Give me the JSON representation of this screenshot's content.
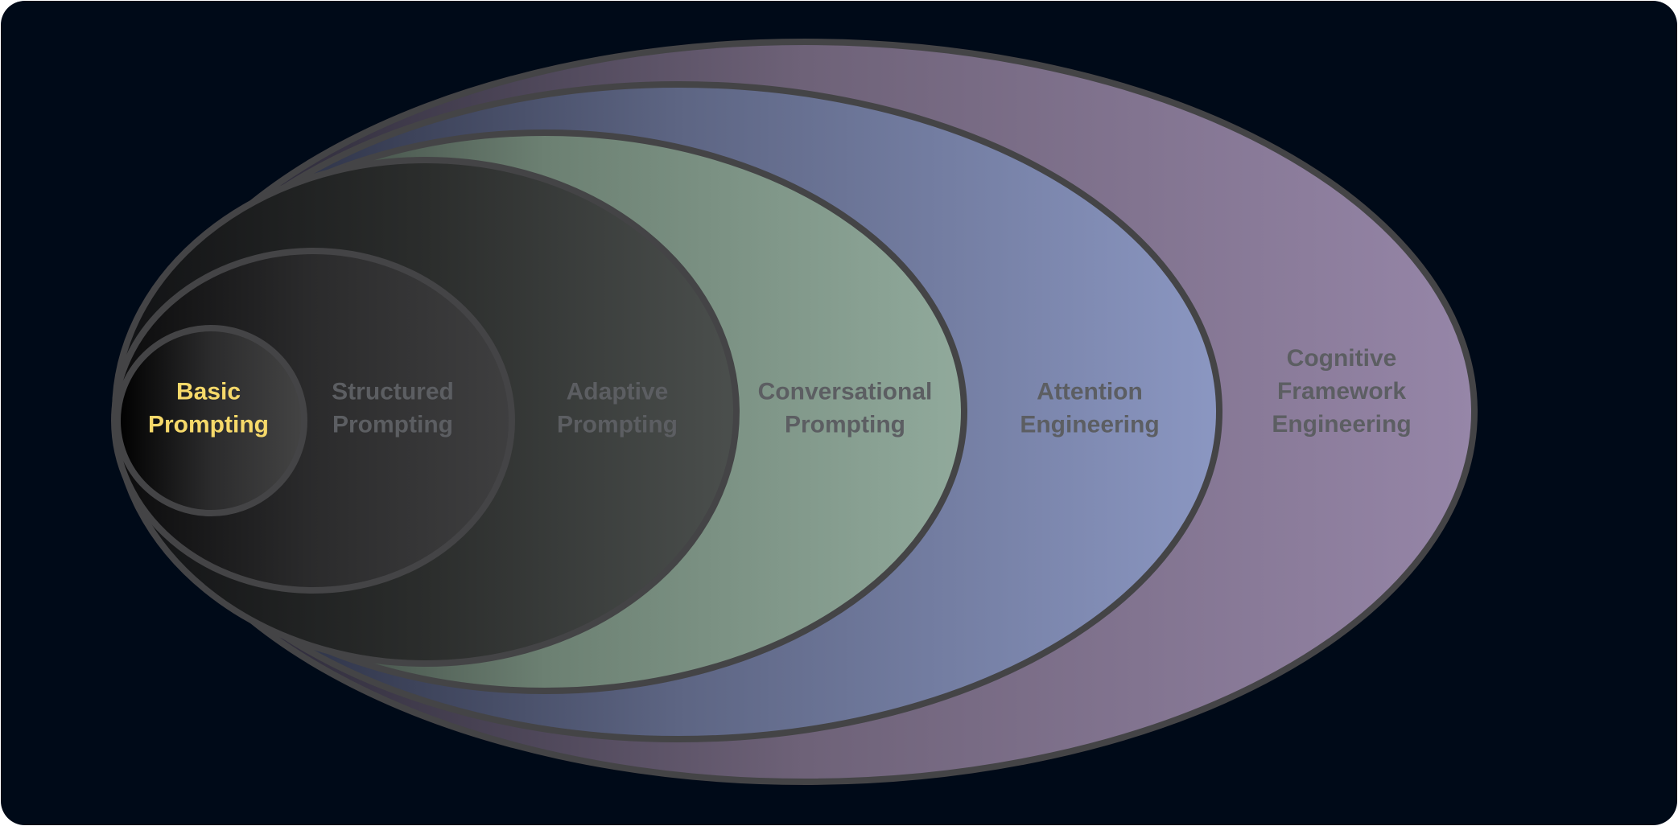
{
  "diagram": {
    "background_color": "#000a18",
    "outline_color": "#444446",
    "active_label_color": "#f6d96a",
    "inactive_label_color": "#5c5e62",
    "layers": [
      {
        "id": "cognitive-framework-engineering",
        "label_lines": [
          "Cognitive",
          "Framework",
          "Engineering"
        ],
        "active": false,
        "gradient_colors": [
          "#1f1f2c",
          "#6e6278",
          "#9686a8"
        ]
      },
      {
        "id": "attention-engineering",
        "label_lines": [
          "Attention",
          "Engineering"
        ],
        "active": false,
        "gradient_colors": [
          "#1c2030",
          "#5d6583",
          "#8b97c2"
        ]
      },
      {
        "id": "conversational-prompting",
        "label_lines": [
          "Conversational",
          "Prompting"
        ],
        "active": false,
        "gradient_colors": [
          "#1c201f",
          "#6c8072",
          "#91aa9c"
        ]
      },
      {
        "id": "adaptive-prompting",
        "label_lines": [
          "Adaptive",
          "Prompting"
        ],
        "active": false,
        "gradient_colors": [
          "#111214",
          "#2b2d2c",
          "#4b4f4d"
        ]
      },
      {
        "id": "structured-prompting",
        "label_lines": [
          "Structured",
          "Prompting"
        ],
        "active": false,
        "gradient_colors": [
          "#0b0b0c",
          "#2b2b2c",
          "#3f3f40"
        ]
      },
      {
        "id": "basic-prompting",
        "label_lines": [
          "Basic",
          "Prompting"
        ],
        "active": true,
        "gradient_colors": [
          "#000000",
          "#2b2b2c",
          "#444444"
        ]
      }
    ]
  }
}
